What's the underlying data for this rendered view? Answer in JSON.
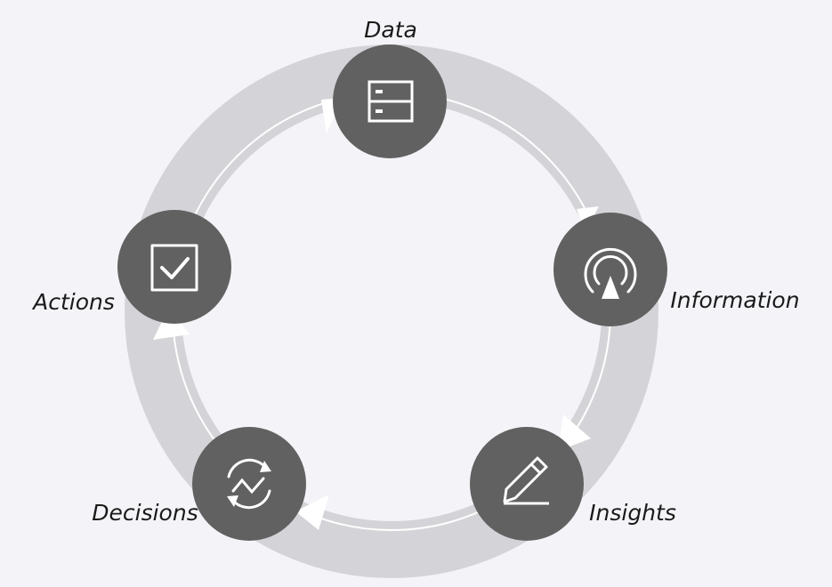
{
  "diagram": {
    "stages": [
      {
        "label": "Data",
        "icon": "database-icon"
      },
      {
        "label": "Information",
        "icon": "broadcast-icon"
      },
      {
        "label": "Insights",
        "icon": "pencil-icon"
      },
      {
        "label": "Decisions",
        "icon": "refresh-trend-icon"
      },
      {
        "label": "Actions",
        "icon": "checkbox-icon"
      }
    ],
    "colors": {
      "background": "#f4f4f8",
      "ring": "#d4d4d8",
      "node": "#616161",
      "icon": "#ffffff",
      "arrow": "#ffffff",
      "text": "#1a1a1a"
    }
  }
}
